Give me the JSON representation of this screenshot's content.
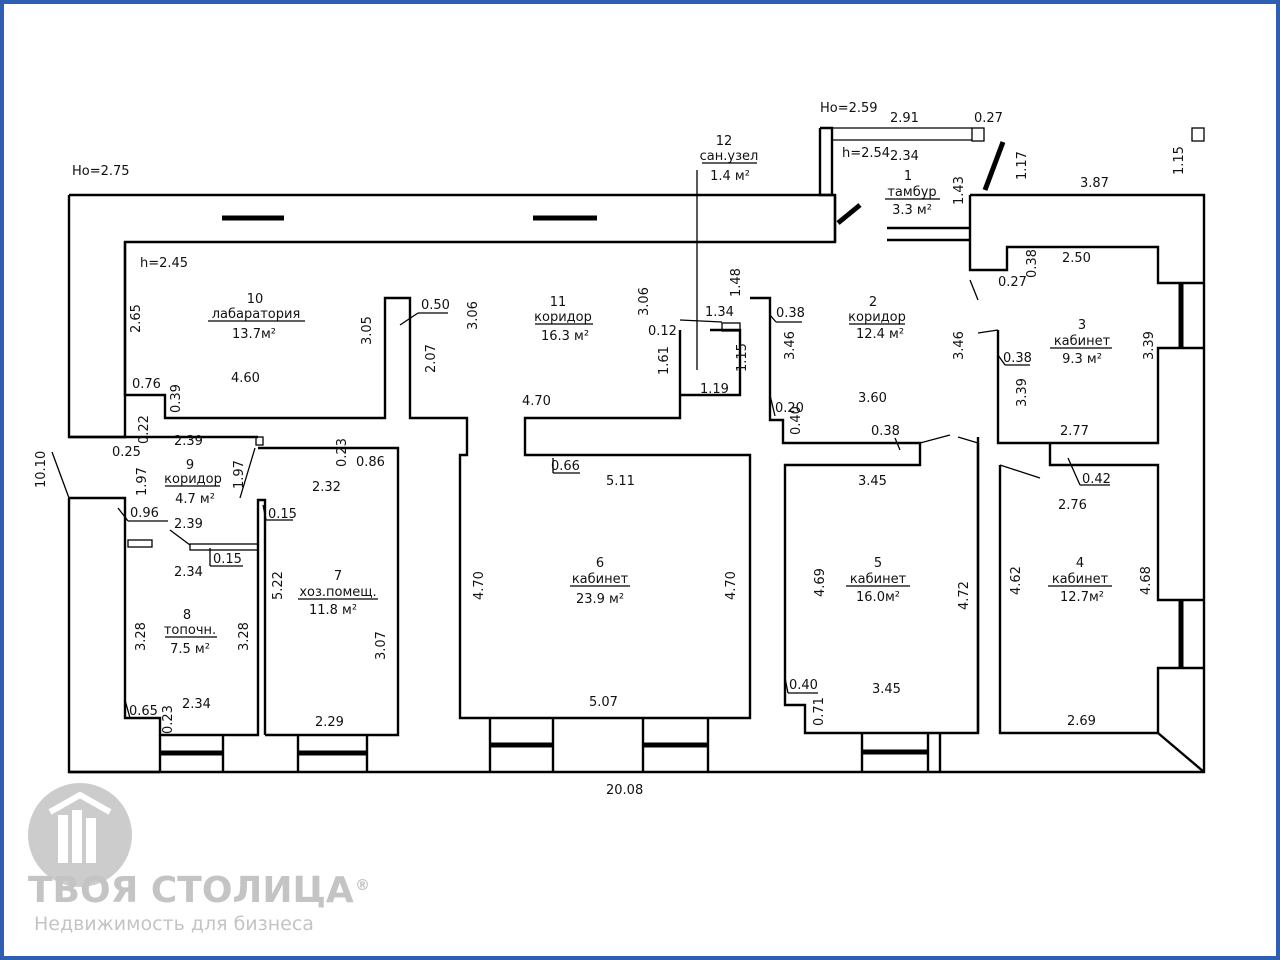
{
  "heights": {
    "ho_main": "Ho=2.75",
    "ho_vestibule": "Ho=2.59",
    "h_vestibule": "h=2.54",
    "h_main": "h=2.45"
  },
  "rooms": [
    {
      "num": "1",
      "name": "тамбур",
      "area": "3.3 м²"
    },
    {
      "num": "2",
      "name": "коридор",
      "area": "12.4 м²"
    },
    {
      "num": "3",
      "name": "кабинет",
      "area": "9.3 м²"
    },
    {
      "num": "4",
      "name": "кабинет",
      "area": "12.7м²"
    },
    {
      "num": "5",
      "name": "кабинет",
      "area": "16.0м²"
    },
    {
      "num": "6",
      "name": "кабинет",
      "area": "23.9 м²"
    },
    {
      "num": "7",
      "name": "хоз.помещ.",
      "area": "11.8 м²"
    },
    {
      "num": "8",
      "name": "топочн.",
      "area": "7.5 м²"
    },
    {
      "num": "9",
      "name": "коридор",
      "area": "4.7 м²"
    },
    {
      "num": "10",
      "name": "лабаратория",
      "area": "13.7м²"
    },
    {
      "num": "11",
      "name": "коридор",
      "area": "16.3 м²"
    },
    {
      "num": "12",
      "name": "сан.узел",
      "area": "1.4 м²"
    }
  ],
  "dimensions": [
    "2.91",
    "0.27",
    "2.34",
    "1.17",
    "1.15",
    "1.43",
    "3.87",
    "1.48",
    "2.65",
    "4.60",
    "0.76",
    "0.39",
    "3.05",
    "0.50",
    "3.06",
    "2.07",
    "4.70",
    "3.06",
    "1.34",
    "0.12",
    "1.61",
    "1.15",
    "1.19",
    "0.38",
    "3.46",
    "0.20",
    "0.40",
    "3.60",
    "0.38",
    "3.46",
    "0.38",
    "0.27",
    "0.38",
    "2.50",
    "3.39",
    "3.39",
    "2.77",
    "0.42",
    "2.76",
    "0.25",
    "0.22",
    "2.39",
    "0.23",
    "0.86",
    "10.10",
    "1.97",
    "1.97",
    "2.32",
    "0.96",
    "2.39",
    "0.15",
    "0.15",
    "0.66",
    "5.11",
    "3.45",
    "2.34",
    "5.22",
    "4.70",
    "4.70",
    "4.69",
    "4.72",
    "4.62",
    "4.68",
    "3.28",
    "3.28",
    "3.07",
    "0.65",
    "0.23",
    "2.34",
    "2.29",
    "5.07",
    "0.40",
    "0.71",
    "3.45",
    "2.69",
    "20.08"
  ],
  "watermark": {
    "brand": "ТВОЯ СТОЛИЦА",
    "registered": "®",
    "tagline": "Недвижимость для бизнеса",
    "color": "#c4c4c4"
  },
  "colors": {
    "frame": "#2f5fb5",
    "lines": "#000000"
  }
}
